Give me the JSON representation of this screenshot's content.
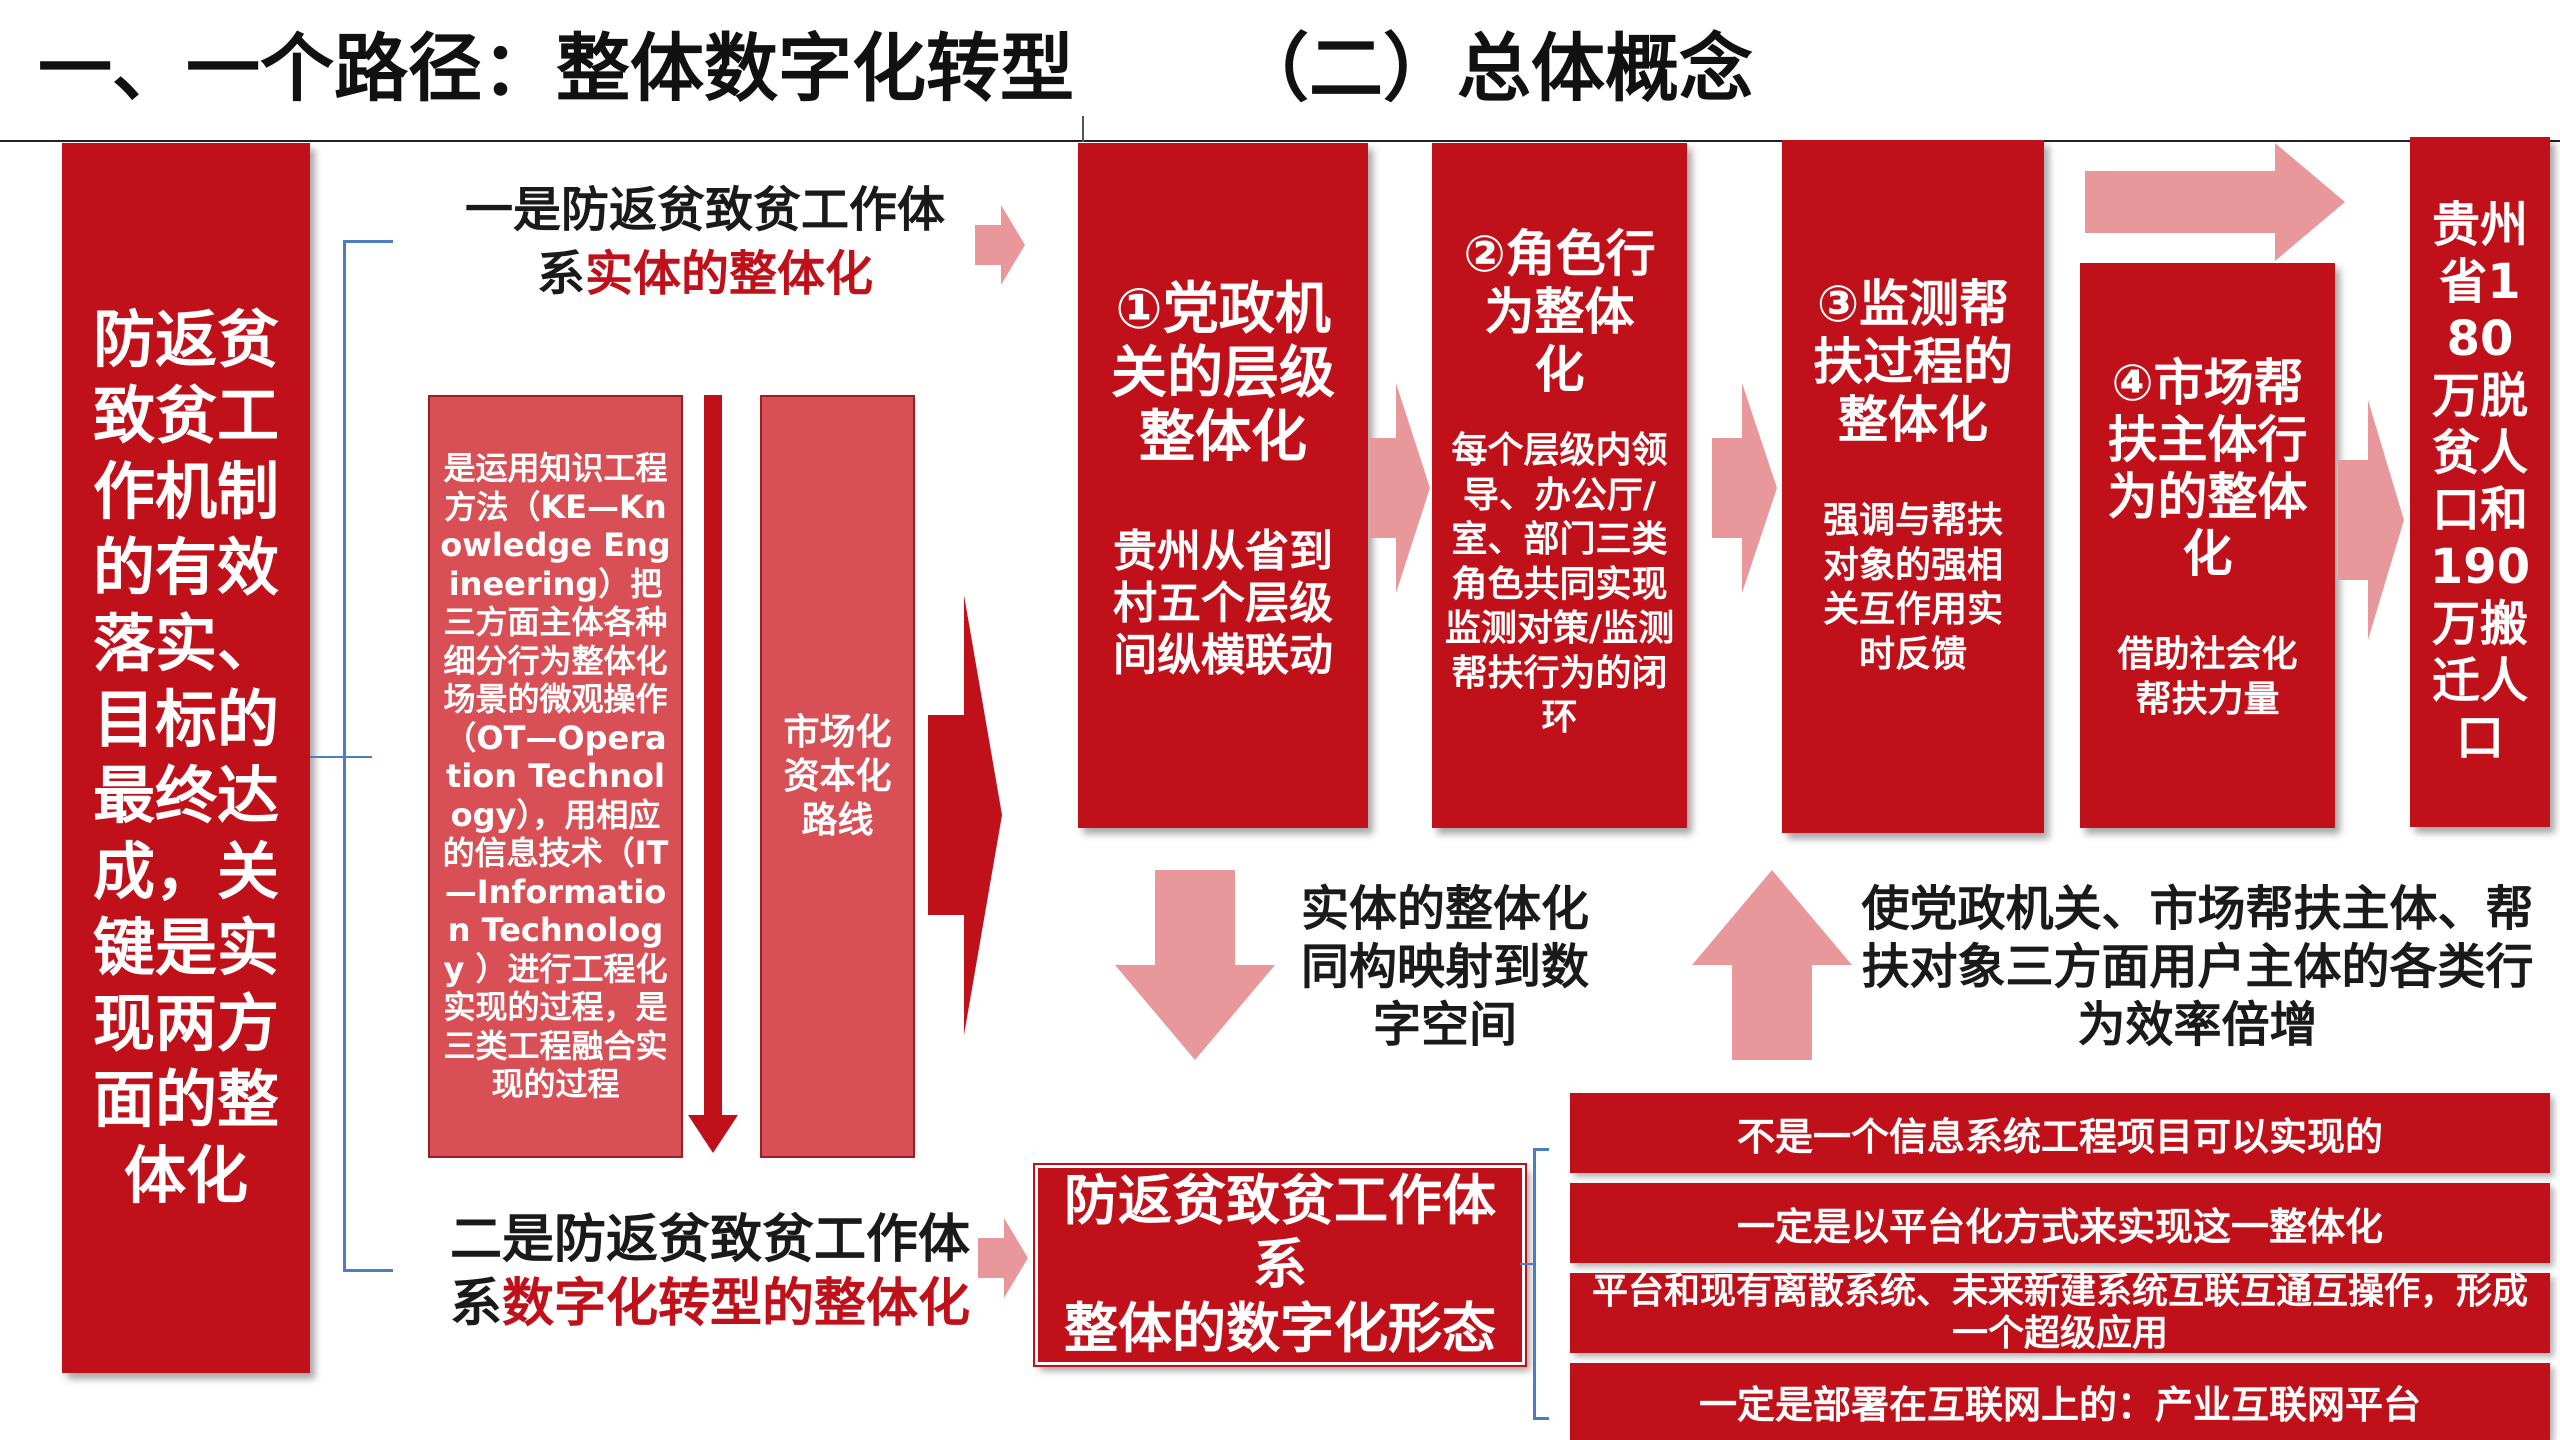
{
  "header": {
    "left_title": "一、一个路径：整体数字化转型",
    "right_title": "（二）总体概念"
  },
  "left_panel": {
    "text": "防返贫致贫工作机制的有效落实、目标的最终达成，关键是实现两方面的整体化"
  },
  "branch_top": {
    "line1": "一是防返贫致贫工作体",
    "line2_prefix": "系",
    "line2_highlight": "实体的整体化"
  },
  "branch_bottom": {
    "line1": "二是防返贫致贫工作体",
    "line2_prefix": "系",
    "line2_highlight": "数字化转型的整体化"
  },
  "ke_box": {
    "text": "是运用知识工程方法（KE—Knowledge Engineering）把三方面主体各种细分行为整体化场景的微观操作（OT—Operation Technology），用相应的信息技术（IT—Information Technology ）进行工程化实现的过程，是三类工程融合实现的过程"
  },
  "market_box": {
    "text": "市场化资本化路线"
  },
  "steps": [
    {
      "title": "①党政机关的层级整体化",
      "body": "贵州从省到村五个层级间纵横联动"
    },
    {
      "title": "②角色行为整体化",
      "body": "每个层级内领导、办公厅/室、部门三类角色共同实现监测对策/监测帮扶行为的闭环"
    },
    {
      "title": "③监测帮扶过程的整体化",
      "body": "强调与帮扶对象的强相关互作用实时反馈"
    },
    {
      "title": "④市场帮扶主体行为的整体化",
      "body": "借助社会化帮扶力量"
    }
  ],
  "result_box": {
    "text": "贵州省180万脱贫人口和190万搬迁人口"
  },
  "mid_left_text": "实体的整体化同构映射到数字空间",
  "mid_right_text": "使党政机关、市场帮扶主体、帮扶对象三方面用户主体的各类行为效率倍增",
  "digital_form_box": {
    "line1": "防返贫致贫工作体系",
    "line2": "整体的数字化形态"
  },
  "bars": [
    "不是一个信息系统工程项目可以实现的",
    "一定是以平台化方式来实现这一整体化",
    "平台和现有离散系统、未来新建系统互联互通互操作，形成一个超级应用",
    "一定是部署在互联网上的：产业互联网平台"
  ],
  "colors": {
    "accent_red": "#c0111a",
    "pink_arrow": "#e8989b",
    "soft_red": "#d85055",
    "bracket_blue": "#4a7ec0"
  }
}
